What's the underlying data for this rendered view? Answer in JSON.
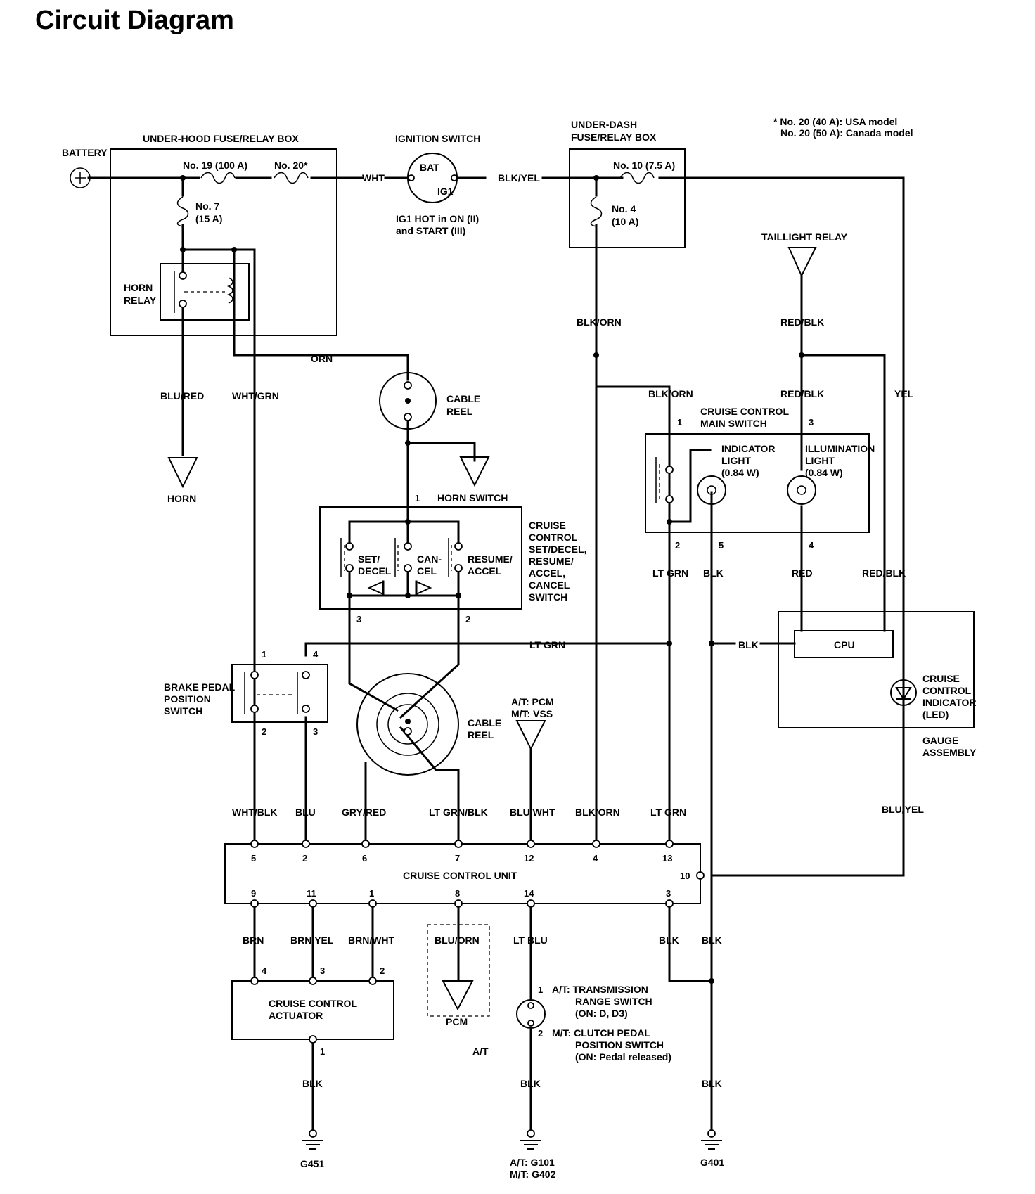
{
  "title": "Circuit Diagram",
  "labels": {
    "battery": "BATTERY",
    "under_hood_box": "UNDER-HOOD FUSE/RELAY BOX",
    "fuse_19": "No. 19 (100 A)",
    "fuse_20": "No. 20*",
    "fuse_7_a": "No. 7",
    "fuse_7_b": "(15 A)",
    "horn_relay_a": "HORN",
    "horn_relay_b": "RELAY",
    "wht": "WHT",
    "ignition_switch": "IGNITION SWITCH",
    "bat": "BAT",
    "ig1": "IG1",
    "ig1_note_a": "IG1 HOT in ON (II)",
    "ig1_note_b": "and START (III)",
    "blk_yel": "BLK/YEL",
    "under_dash_a": "UNDER-DASH",
    "under_dash_b": "FUSE/RELAY BOX",
    "fuse_10": "No. 10 (7.5 A)",
    "fuse_4_a": "No. 4",
    "fuse_4_b": "(10 A)",
    "note_a": "* No. 20 (40 A): USA model",
    "note_b": "No. 20 (50 A): Canada model",
    "taillight_relay": "TAILLIGHT RELAY",
    "blk_orn_1": "BLK/ORN",
    "red_blk_1": "RED/BLK",
    "orn": "ORN",
    "blu_red": "BLU/RED",
    "wht_grn": "WHT/GRN",
    "cable_reel_1a": "CABLE",
    "cable_reel_1b": "REEL",
    "blk_orn_2": "BLK/ORN",
    "red_blk_2": "RED/BLK",
    "yel": "YEL",
    "main_switch_a": "CRUISE CONTROL",
    "main_switch_b": "MAIN SWITCH",
    "indicator_a": "INDICATOR",
    "indicator_b": "LIGHT",
    "indicator_c": "(0.84 W)",
    "illumination_a": "ILLUMINATION",
    "illumination_b": "LIGHT",
    "illumination_c": "(0.84 W)",
    "horn": "HORN",
    "horn_switch": "HORN SWITCH",
    "set_decel_a": "SET/",
    "set_decel_b": "DECEL",
    "cancel_a": "CAN-",
    "cancel_b": "CEL",
    "resume_a": "RESUME/",
    "resume_b": "ACCEL",
    "ccs_1": "CRUISE",
    "ccs_2": "CONTROL",
    "ccs_3": "SET/DECEL,",
    "ccs_4": "RESUME/",
    "ccs_5": "ACCEL,",
    "ccs_6": "CANCEL",
    "ccs_7": "SWITCH",
    "lt_grn_1": "LT GRN",
    "blk_1": "BLK",
    "red": "RED",
    "red_blk_3": "RED/BLK",
    "lt_grn_2": "LT GRN",
    "blk_2": "BLK",
    "cpu": "CPU",
    "brake_a": "BRAKE PEDAL",
    "brake_b": "POSITION",
    "brake_c": "SWITCH",
    "cable_reel_2a": "CABLE",
    "cable_reel_2b": "REEL",
    "at_pcm": "A/T: PCM",
    "mt_vss": "M/T: VSS",
    "cruise_ind_a": "CRUISE",
    "cruise_ind_b": "CONTROL",
    "cruise_ind_c": "INDICATOR",
    "cruise_ind_d": "(LED)",
    "gauge_a": "GAUGE",
    "gauge_b": "ASSEMBLY",
    "wht_blk": "WHT/BLK",
    "blu": "BLU",
    "gry_red": "GRY/RED",
    "lt_grn_blk": "LT GRN/BLK",
    "blu_wht": "BLU/WHT",
    "blk_orn_3": "BLK/ORN",
    "lt_grn_3": "LT GRN",
    "blu_yel": "BLU/YEL",
    "ccu": "CRUISE CONTROL UNIT",
    "brn": "BRN",
    "brn_yel": "BRN/YEL",
    "brn_wht": "BRN/WHT",
    "blu_orn": "BLU/ORN",
    "lt_blu": "LT BLU",
    "blk_3": "BLK",
    "blk_4": "BLK",
    "actuator_a": "CRUISE CONTROL",
    "actuator_b": "ACTUATOR",
    "pcm": "PCM",
    "at": "A/T",
    "trs_a": "A/T: TRANSMISSION",
    "trs_b": "RANGE SWITCH",
    "trs_c": "(ON: D, D3)",
    "cpp_a": "M/T: CLUTCH PEDAL",
    "cpp_b": "POSITION SWITCH",
    "cpp_c": "(ON: Pedal released)",
    "blk_5": "BLK",
    "blk_6": "BLK",
    "blk_7": "BLK",
    "g451": "G451",
    "g101": "A/T: G101",
    "g402": "M/T: G402",
    "g401": "G401"
  },
  "pins": {
    "ms1": "1",
    "ms3": "3",
    "ms2": "2",
    "ms5": "5",
    "ms4": "4",
    "hs1": "1",
    "cs3": "3",
    "cs2": "2",
    "bp1": "1",
    "bp4": "4",
    "bp2": "2",
    "bp3": "3",
    "u5": "5",
    "u2": "2",
    "u6": "6",
    "u7": "7",
    "u12": "12",
    "u4": "4",
    "u13": "13",
    "u10": "10",
    "u9": "9",
    "u11": "11",
    "u1": "1",
    "u8": "8",
    "u14": "14",
    "u3": "3",
    "a4": "4",
    "a3": "3",
    "a2": "2",
    "a1": "1",
    "t1": "1",
    "t2": "2"
  }
}
